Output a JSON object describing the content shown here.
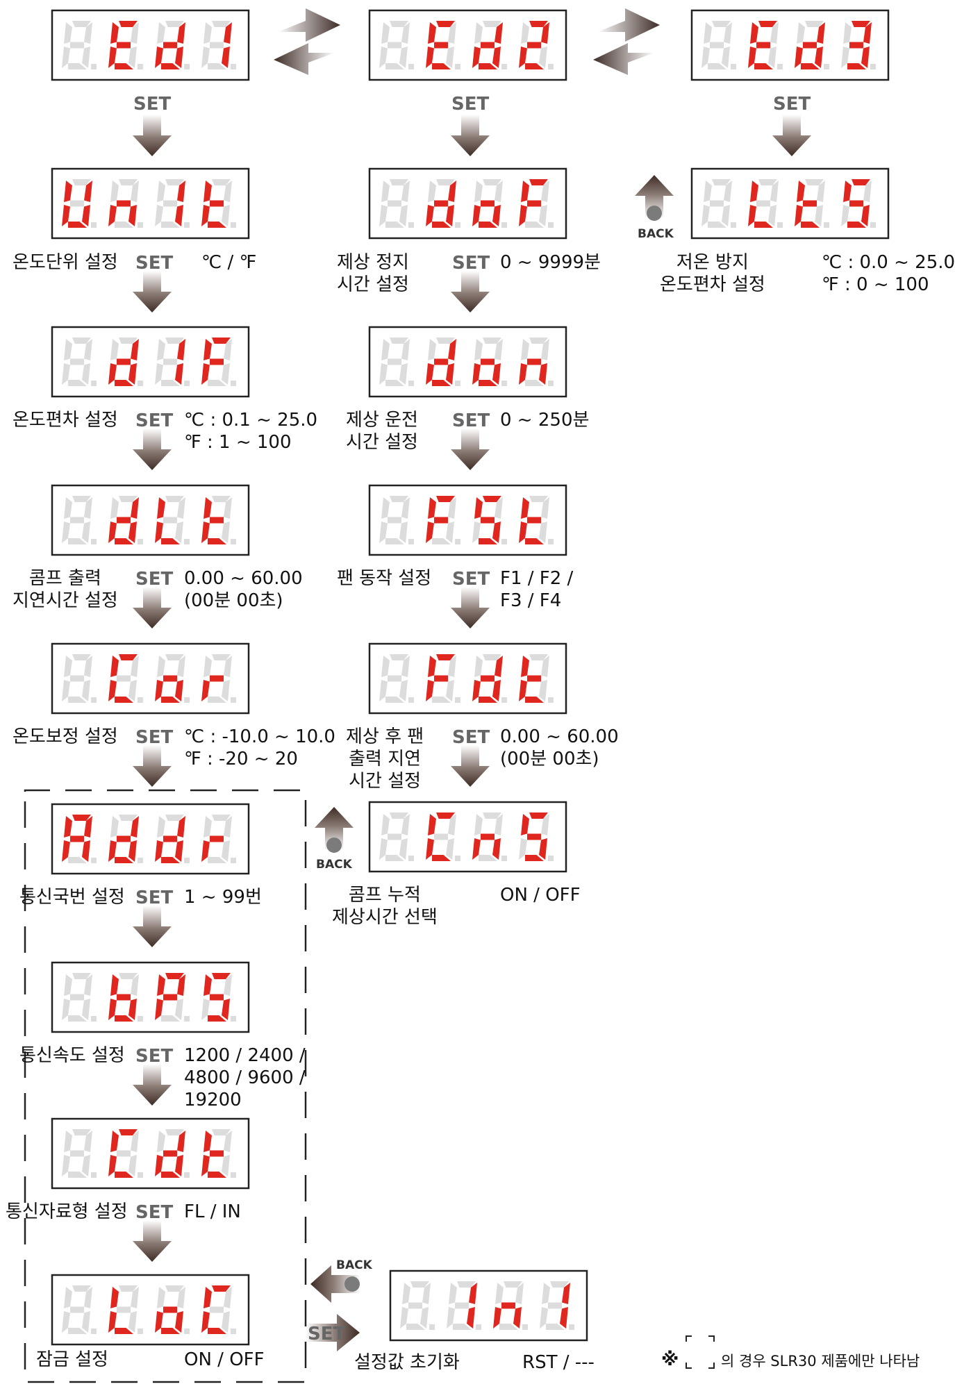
{
  "set_label": "SET",
  "back_label": "BACK",
  "displays": [
    {
      "id": "ed1",
      "chars": [
        "",
        "E",
        "d",
        "1"
      ]
    },
    {
      "id": "ed2",
      "chars": [
        "",
        "E",
        "d",
        "2"
      ]
    },
    {
      "id": "ed3",
      "chars": [
        "",
        "E",
        "d",
        "3"
      ]
    },
    {
      "id": "unit",
      "chars": [
        "U",
        "n",
        "I",
        "t"
      ]
    },
    {
      "id": "dof",
      "chars": [
        "",
        "d",
        "o",
        "F"
      ]
    },
    {
      "id": "lts",
      "chars": [
        "",
        "L",
        "t",
        "S"
      ]
    },
    {
      "id": "dif",
      "chars": [
        "",
        "d",
        "I",
        "F"
      ]
    },
    {
      "id": "don",
      "chars": [
        "",
        "d",
        "o",
        "n"
      ]
    },
    {
      "id": "dlt",
      "chars": [
        "",
        "d",
        "L",
        "t"
      ]
    },
    {
      "id": "fst",
      "chars": [
        "",
        "F",
        "S",
        "t"
      ]
    },
    {
      "id": "cor",
      "chars": [
        "",
        "C",
        "o",
        "r"
      ]
    },
    {
      "id": "fdt",
      "chars": [
        "",
        "F",
        "d",
        "t"
      ]
    },
    {
      "id": "addr",
      "chars": [
        "A",
        "d",
        "d",
        "r"
      ]
    },
    {
      "id": "cns",
      "chars": [
        "",
        "C",
        "n",
        "S"
      ]
    },
    {
      "id": "bps",
      "chars": [
        "",
        "b",
        "P",
        "S"
      ]
    },
    {
      "id": "cdt",
      "chars": [
        "",
        "C",
        "d",
        "t"
      ]
    },
    {
      "id": "loc",
      "chars": [
        "",
        "L",
        "o",
        "C"
      ]
    },
    {
      "id": "ini",
      "chars": [
        "",
        "I",
        "n",
        "I"
      ]
    }
  ],
  "labels": {
    "unit_name": "온도단위 설정",
    "unit_range": "℃ / ℉",
    "dof_name": "제상 정지\n시간 설정",
    "dof_range": "0 ~ 9999분",
    "lts_name": "저온 방지\n온도편차 설정",
    "lts_range": "℃ : 0.0 ~ 25.0\n℉ : 0 ~ 100",
    "dif_name": "온도편차 설정",
    "dif_range": "℃ : 0.1 ~ 25.0\n℉ : 1 ~ 100",
    "don_name": "제상 운전\n시간 설정",
    "don_range": "0 ~ 250분",
    "dlt_name": "콤프 출력\n지연시간 설정",
    "dlt_range": "0.00 ~ 60.00\n(00분 00초)",
    "fst_name": "팬 동작 설정",
    "fst_range": "F1 / F2 /\nF3 / F4",
    "cor_name": "온도보정 설정",
    "cor_range": "℃ : -10.0 ~ 10.0\n℉ : -20 ~ 20",
    "fdt_name": "제상 후 팬\n출력 지연\n시간 설정",
    "fdt_range": "0.00 ~ 60.00\n(00분 00초)",
    "addr_name": "통신국번 설정",
    "addr_range": "1 ~ 99번",
    "cns_name": "콤프 누적\n제상시간 선택",
    "cns_range": "ON / OFF",
    "bps_name": "통신속도 설정",
    "bps_range": "1200 / 2400 /\n4800 / 9600 /\n19200",
    "cdt_name": "통신자료형 설정",
    "cdt_range": "FL / IN",
    "loc_name": "잠금 설정",
    "loc_range": "ON / OFF",
    "ini_name": "설정값 초기화",
    "ini_range": "RST / ---"
  },
  "footnote": {
    "mark": "※",
    "text": "의 경우 SLR30 제품에만 나타남"
  },
  "colors": {
    "segment_on": "#e0271f",
    "segment_off": "#dcdcdc",
    "arrow_dark": "#4d3a33",
    "frame": "#222222"
  }
}
